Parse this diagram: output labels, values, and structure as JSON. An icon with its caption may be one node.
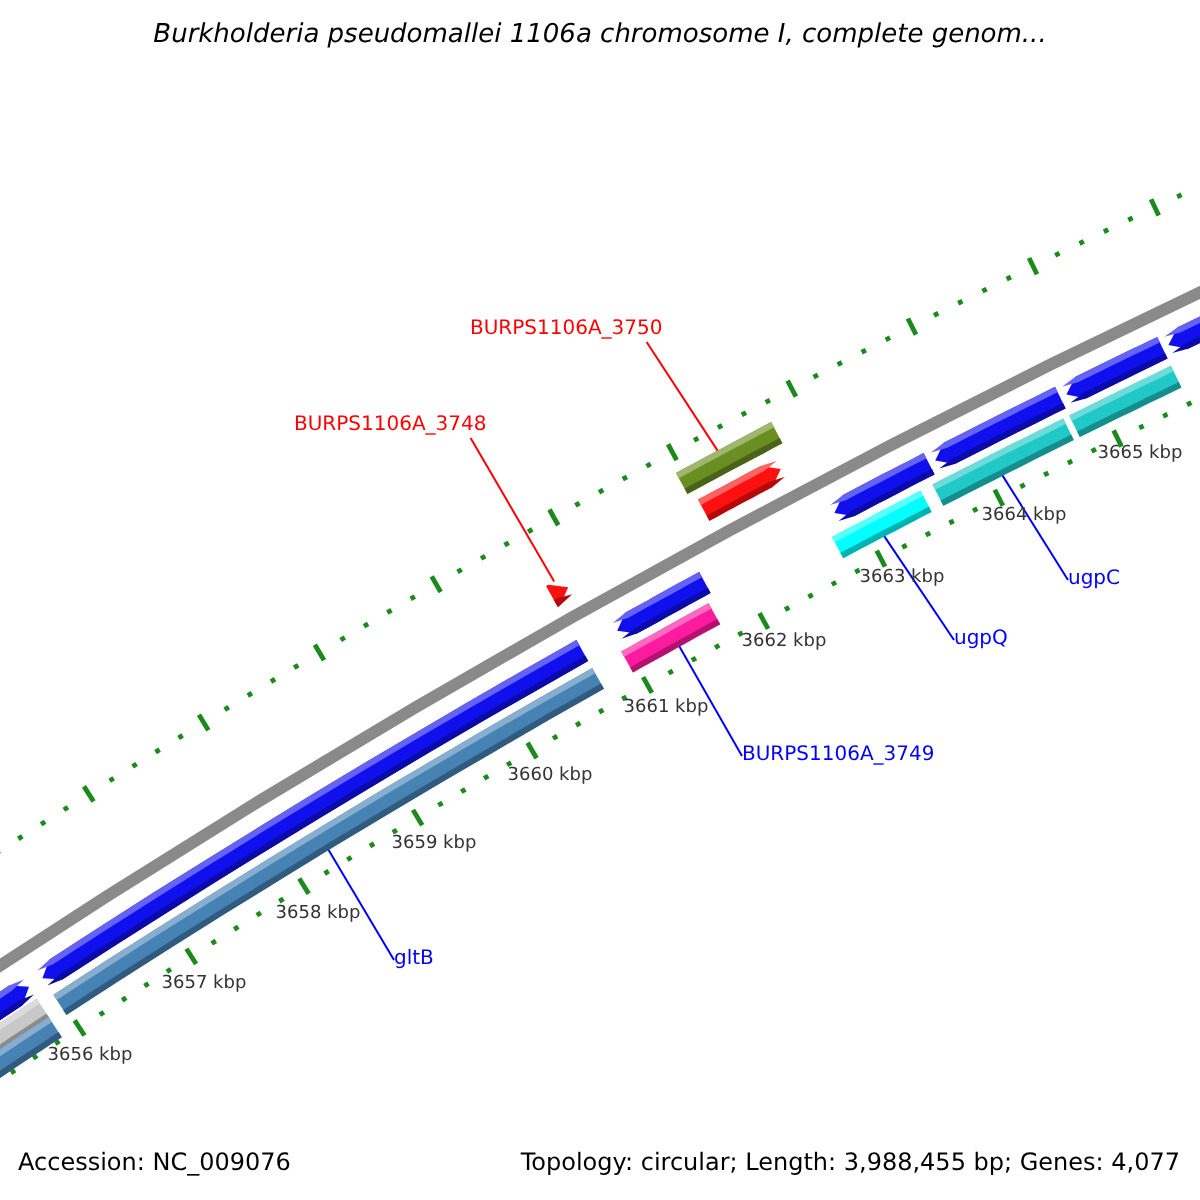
{
  "diagram": {
    "title": "Burkholderia pseudomallei 1106a chromosome I, complete genom...",
    "nodes": [
      {
        "text": [
          "BURPS1106A_3750"
        ]
      },
      {
        "text": [],
        "shape": "bar"
      },
      {
        "text": [
          "BURPS1106A_3748"
        ]
      },
      {
        "text": [],
        "shape": "arrow"
      },
      {
        "text": [],
        "shape": "bar"
      },
      {
        "text": [
          "BURPS1106A_3749"
        ]
      },
      {
        "text": [],
        "shape": "bar"
      },
      {
        "text": [
          "ugpQ"
        ]
      },
      {
        "text": [],
        "shape": "bar"
      },
      {
        "text": [
          "ugpC"
        ]
      },
      {
        "text": [],
        "shape": "bar"
      },
      {
        "text": [
          "gltB"
        ]
      }
    ],
    "edges": [
      {
        "from": 0,
        "to": 1,
        "arrow": "none",
        "color": "#ff0000"
      },
      {
        "from": 2,
        "to": 3,
        "arrow": "none",
        "color": "#ff0000"
      },
      {
        "from": 5,
        "to": 4,
        "arrow": "none"
      },
      {
        "from": 7,
        "to": 6,
        "arrow": "none"
      },
      {
        "from": 9,
        "to": 8,
        "arrow": "none"
      },
      {
        "from": 11,
        "to": 10,
        "arrow": "none"
      }
    ],
    "labels": [
      "3665 kbp",
      "3664 kbp",
      "3663 kbp",
      "3662 kbp",
      "3661 kbp",
      "3660 kbp",
      "3659 kbp",
      "3658 kbp",
      "3657 kbp",
      "3656 kbp",
      "Accession: NC_009076",
      "Topology: circular; Length: 3,988,455 bp; Genes: 4,077"
    ]
  }
}
